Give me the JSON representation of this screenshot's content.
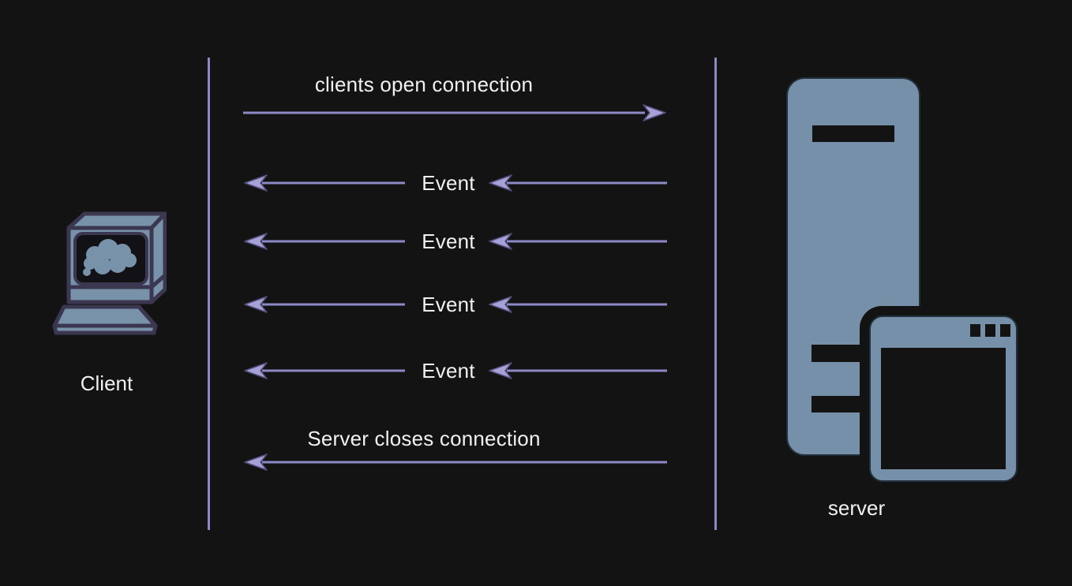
{
  "title": "Server-Sent Events sequence diagram",
  "palette": {
    "background": "#131313",
    "lifeline": "#8d89c6",
    "arrow_line": "#8d89c6",
    "arrow_head": "#a6a2d8",
    "text": "#f1f1f1",
    "icon_fill": "#7892a9",
    "icon_outline": "#3b3751",
    "screen_black": "#121216"
  },
  "client": {
    "label": "Client"
  },
  "server": {
    "label": "server"
  },
  "messages": [
    {
      "id": "open-connection",
      "label": "clients open connection",
      "from": "client",
      "to": "server",
      "direction": "right"
    },
    {
      "id": "event-1",
      "label": "Event",
      "from": "server",
      "to": "client",
      "direction": "left"
    },
    {
      "id": "event-2",
      "label": "Event",
      "from": "server",
      "to": "client",
      "direction": "left"
    },
    {
      "id": "event-3",
      "label": "Event",
      "from": "server",
      "to": "client",
      "direction": "left"
    },
    {
      "id": "event-4",
      "label": "Event",
      "from": "server",
      "to": "client",
      "direction": "left"
    },
    {
      "id": "close-connection",
      "label": "Server closes connection",
      "from": "server",
      "to": "client",
      "direction": "left"
    }
  ]
}
